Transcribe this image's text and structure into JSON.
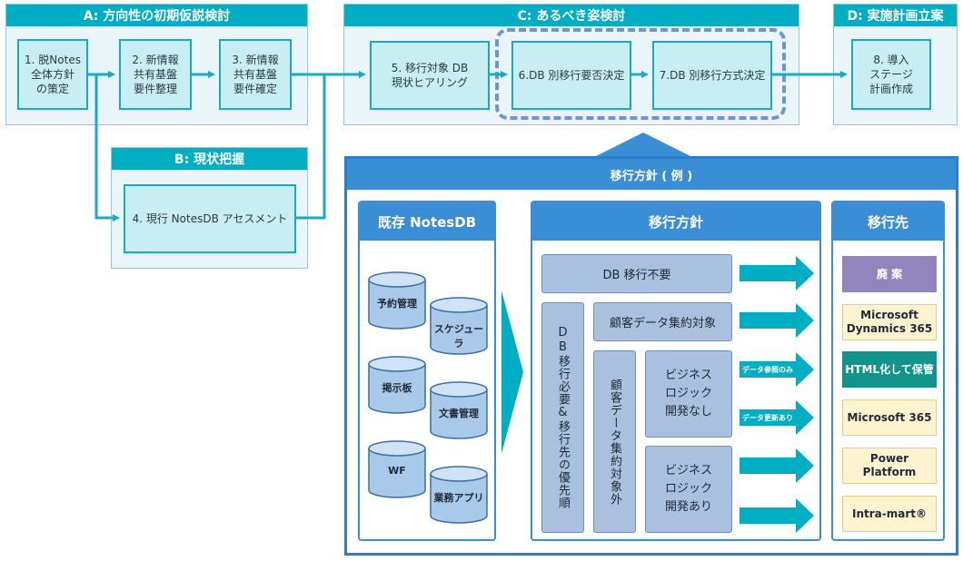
{
  "phases": {
    "a": {
      "title": "A: 方向性の初期仮説検討",
      "steps": [
        "1. 脱Notes\n全体方針\nの策定",
        "2. 新情報\n共有基盤\n要件整理",
        "3. 新情報\n共有基盤\n要件確定"
      ]
    },
    "b": {
      "title": "B: 現状把握",
      "steps": [
        "4. 現行 NotesDB アセスメント"
      ]
    },
    "c": {
      "title": "C: あるべき姿検討",
      "steps": [
        "5. 移行対象 DB\n現状ヒアリング",
        "6.DB 別移行要否決定",
        "7.DB 別移行方式決定"
      ]
    },
    "d": {
      "title": "D: 実施計画立案",
      "steps": [
        "8. 導入\nステージ\n計画作成"
      ]
    }
  },
  "policy_panel": {
    "title": "移行方針 ( 例 )",
    "existing": {
      "title": "既存 NotesDB",
      "dbs": [
        "予約管理",
        "スケジューラ",
        "掲示板",
        "文書管理",
        "WF",
        "業務アプリ"
      ]
    },
    "policy": {
      "title": "移行方針",
      "no_migration": "DB 移行不要",
      "priority": "DB移行必要&移行先の優先順",
      "customer_target": "顧客データ集約対象",
      "customer_nontarget": "顧客データ集約対象外",
      "logic_none": "ビジネス\nロジック\n開発なし",
      "logic_yes": "ビジネス\nロジック\n開発あり",
      "tag_ref": "データ参照のみ",
      "tag_update": "データ更新あり"
    },
    "destinations": {
      "title": "移行先",
      "items": [
        "廃 案",
        "Microsoft\nDynamics 365",
        "HTML化して保管",
        "Microsoft 365",
        "Power Platform",
        "Intra-mart®"
      ]
    }
  },
  "colors": {
    "teal": "#00aec3",
    "blue": "#3a8ed6",
    "purple": "#9284bd",
    "cream": "#fdf3cf",
    "green": "#12948a"
  }
}
